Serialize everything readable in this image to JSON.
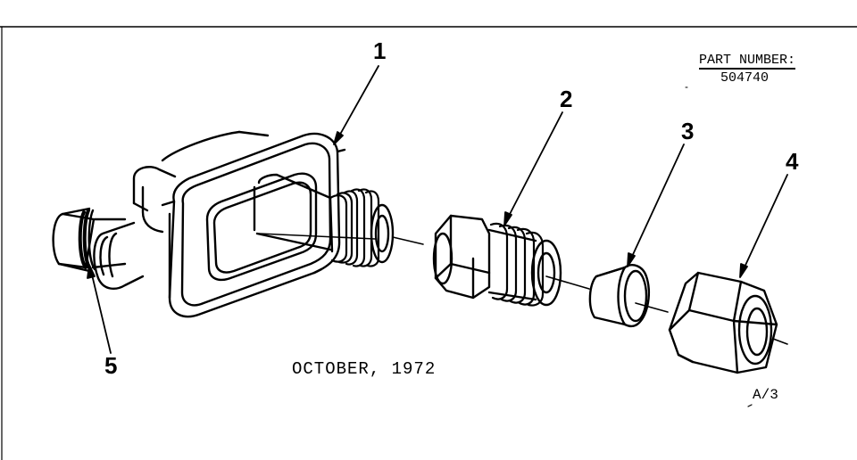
{
  "callouts": {
    "c1": "1",
    "c2": "2",
    "c3": "3",
    "c4": "4",
    "c5": "5"
  },
  "part": {
    "label": "PART NUMBER:",
    "value": "504740"
  },
  "date": "OCTOBER, 1972",
  "code": "A/3"
}
